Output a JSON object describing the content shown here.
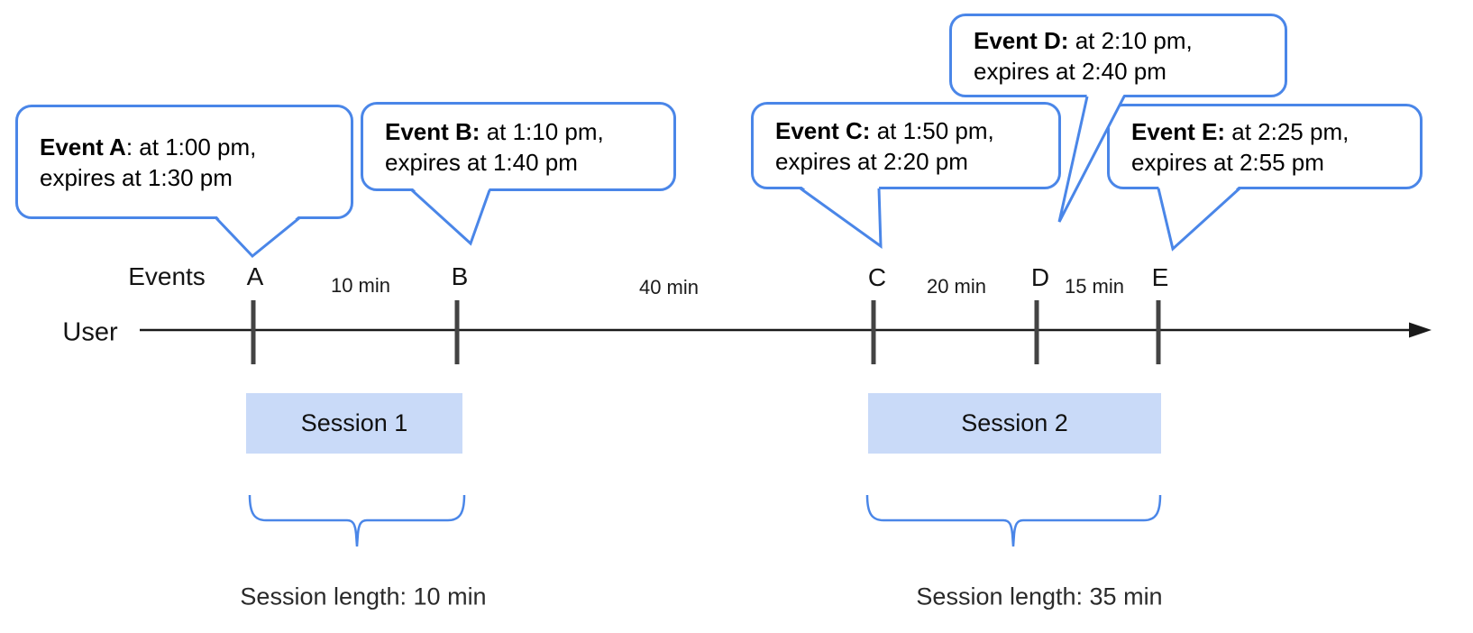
{
  "diagram": {
    "axis": {
      "user_label": "User",
      "events_label": "Events"
    },
    "events": [
      {
        "letter": "A",
        "bold": "Event A",
        "rest": ": at 1:00 pm,",
        "line2": "expires at 1:30 pm"
      },
      {
        "letter": "B",
        "bold": "Event B:",
        "rest": " at 1:10 pm,",
        "line2": "expires at 1:40 pm"
      },
      {
        "letter": "C",
        "bold": "Event C:",
        "rest": " at 1:50 pm,",
        "line2": "expires at 2:20 pm"
      },
      {
        "letter": "D",
        "bold": "Event D:",
        "rest": " at 2:10 pm,",
        "line2": "expires at 2:40 pm"
      },
      {
        "letter": "E",
        "bold": "Event E:",
        "rest": " at 2:25 pm,",
        "line2": "expires at 2:55 pm"
      }
    ],
    "intervals": [
      {
        "label": "10 min"
      },
      {
        "label": "40 min"
      },
      {
        "label": "20 min"
      },
      {
        "label": "15 min"
      }
    ],
    "sessions": [
      {
        "name": "Session 1",
        "length": "Session length: 10 min"
      },
      {
        "name": "Session 2",
        "length": "Session length: 35 min"
      }
    ],
    "colors": {
      "accent": "#4a86e8",
      "session_fill": "#c9daf8",
      "tick": "#434343",
      "line": "#1a1a1a"
    }
  }
}
